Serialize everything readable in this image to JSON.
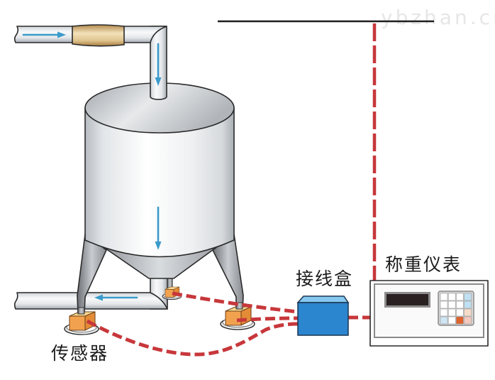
{
  "watermark": "ybzhan.cn",
  "labels": {
    "sensor": "传感器",
    "junction_box": "接线盒",
    "weighing_instrument": "称重仪表"
  },
  "flow_arrows": [
    {
      "location": "inlet-horizontal-pipe",
      "direction": "right"
    },
    {
      "location": "inlet-vertical-pipe",
      "direction": "down"
    },
    {
      "location": "tank-body",
      "direction": "down"
    },
    {
      "location": "outlet-horizontal-pipe",
      "direction": "left"
    }
  ],
  "colors": {
    "flow_arrow": "#3b9bcb",
    "signal_wire": "#c7373b",
    "junction_box_front": "#2c85cf",
    "junction_box_top": "#86c8ef",
    "display_screen": "#2a2222",
    "sensor_front": "#f2a24f",
    "sensor_side": "#e38b37",
    "sensor_top": "#f9d993",
    "flex_coupling": "#e6cc98"
  },
  "instrument": {
    "keypad": {
      "key_colors": [
        [
          "#ffffff",
          "#ffffff",
          "#ffffff",
          "#bfe0f2"
        ],
        [
          "#ffffff",
          "#ffffff",
          "#ffffff",
          "#bfe0f2"
        ],
        [
          "#ffffff",
          "#ffffff",
          "#ffffff",
          "#f6dcc8"
        ],
        [
          "#cfe6f5",
          "#ffffff",
          "#e0622c",
          "#f5c9be"
        ]
      ]
    }
  }
}
